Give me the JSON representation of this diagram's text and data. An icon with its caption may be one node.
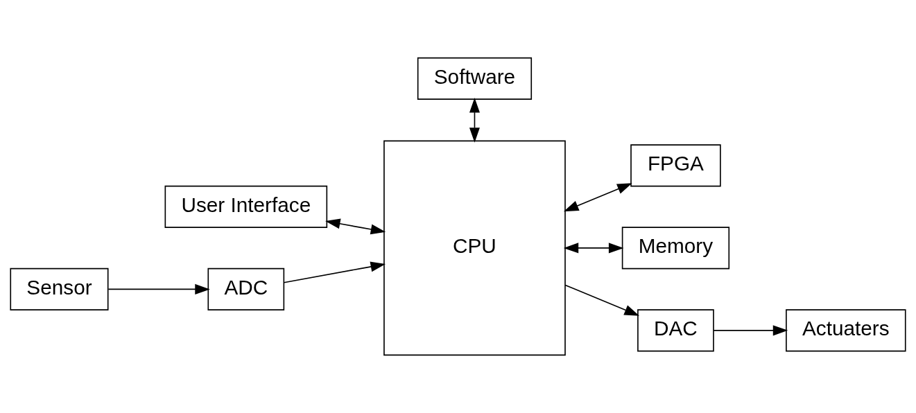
{
  "diagram": {
    "nodes": [
      {
        "text": [
          "Software"
        ]
      },
      {
        "text": [
          "FPGA"
        ]
      },
      {
        "text": [
          "User Interface"
        ]
      },
      {
        "text": [
          "Memory"
        ]
      },
      {
        "text": [
          "Sensor"
        ]
      },
      {
        "text": [
          "ADC"
        ]
      },
      {
        "text": [
          "CPU"
        ]
      },
      {
        "text": [
          "DAC"
        ]
      },
      {
        "text": [
          "Actuaters"
        ]
      }
    ],
    "edges": [
      {
        "from": 0,
        "to": 6,
        "arrow": "both"
      },
      {
        "from": 6,
        "to": 1,
        "arrow": "both"
      },
      {
        "from": 2,
        "to": 6,
        "arrow": "both"
      },
      {
        "from": 6,
        "to": 3,
        "arrow": "both"
      },
      {
        "from": 4,
        "to": 5,
        "arrow": "to"
      },
      {
        "from": 5,
        "to": 6,
        "arrow": "to"
      },
      {
        "from": 6,
        "to": 7,
        "arrow": "to"
      },
      {
        "from": 7,
        "to": 8,
        "arrow": "to"
      }
    ]
  }
}
